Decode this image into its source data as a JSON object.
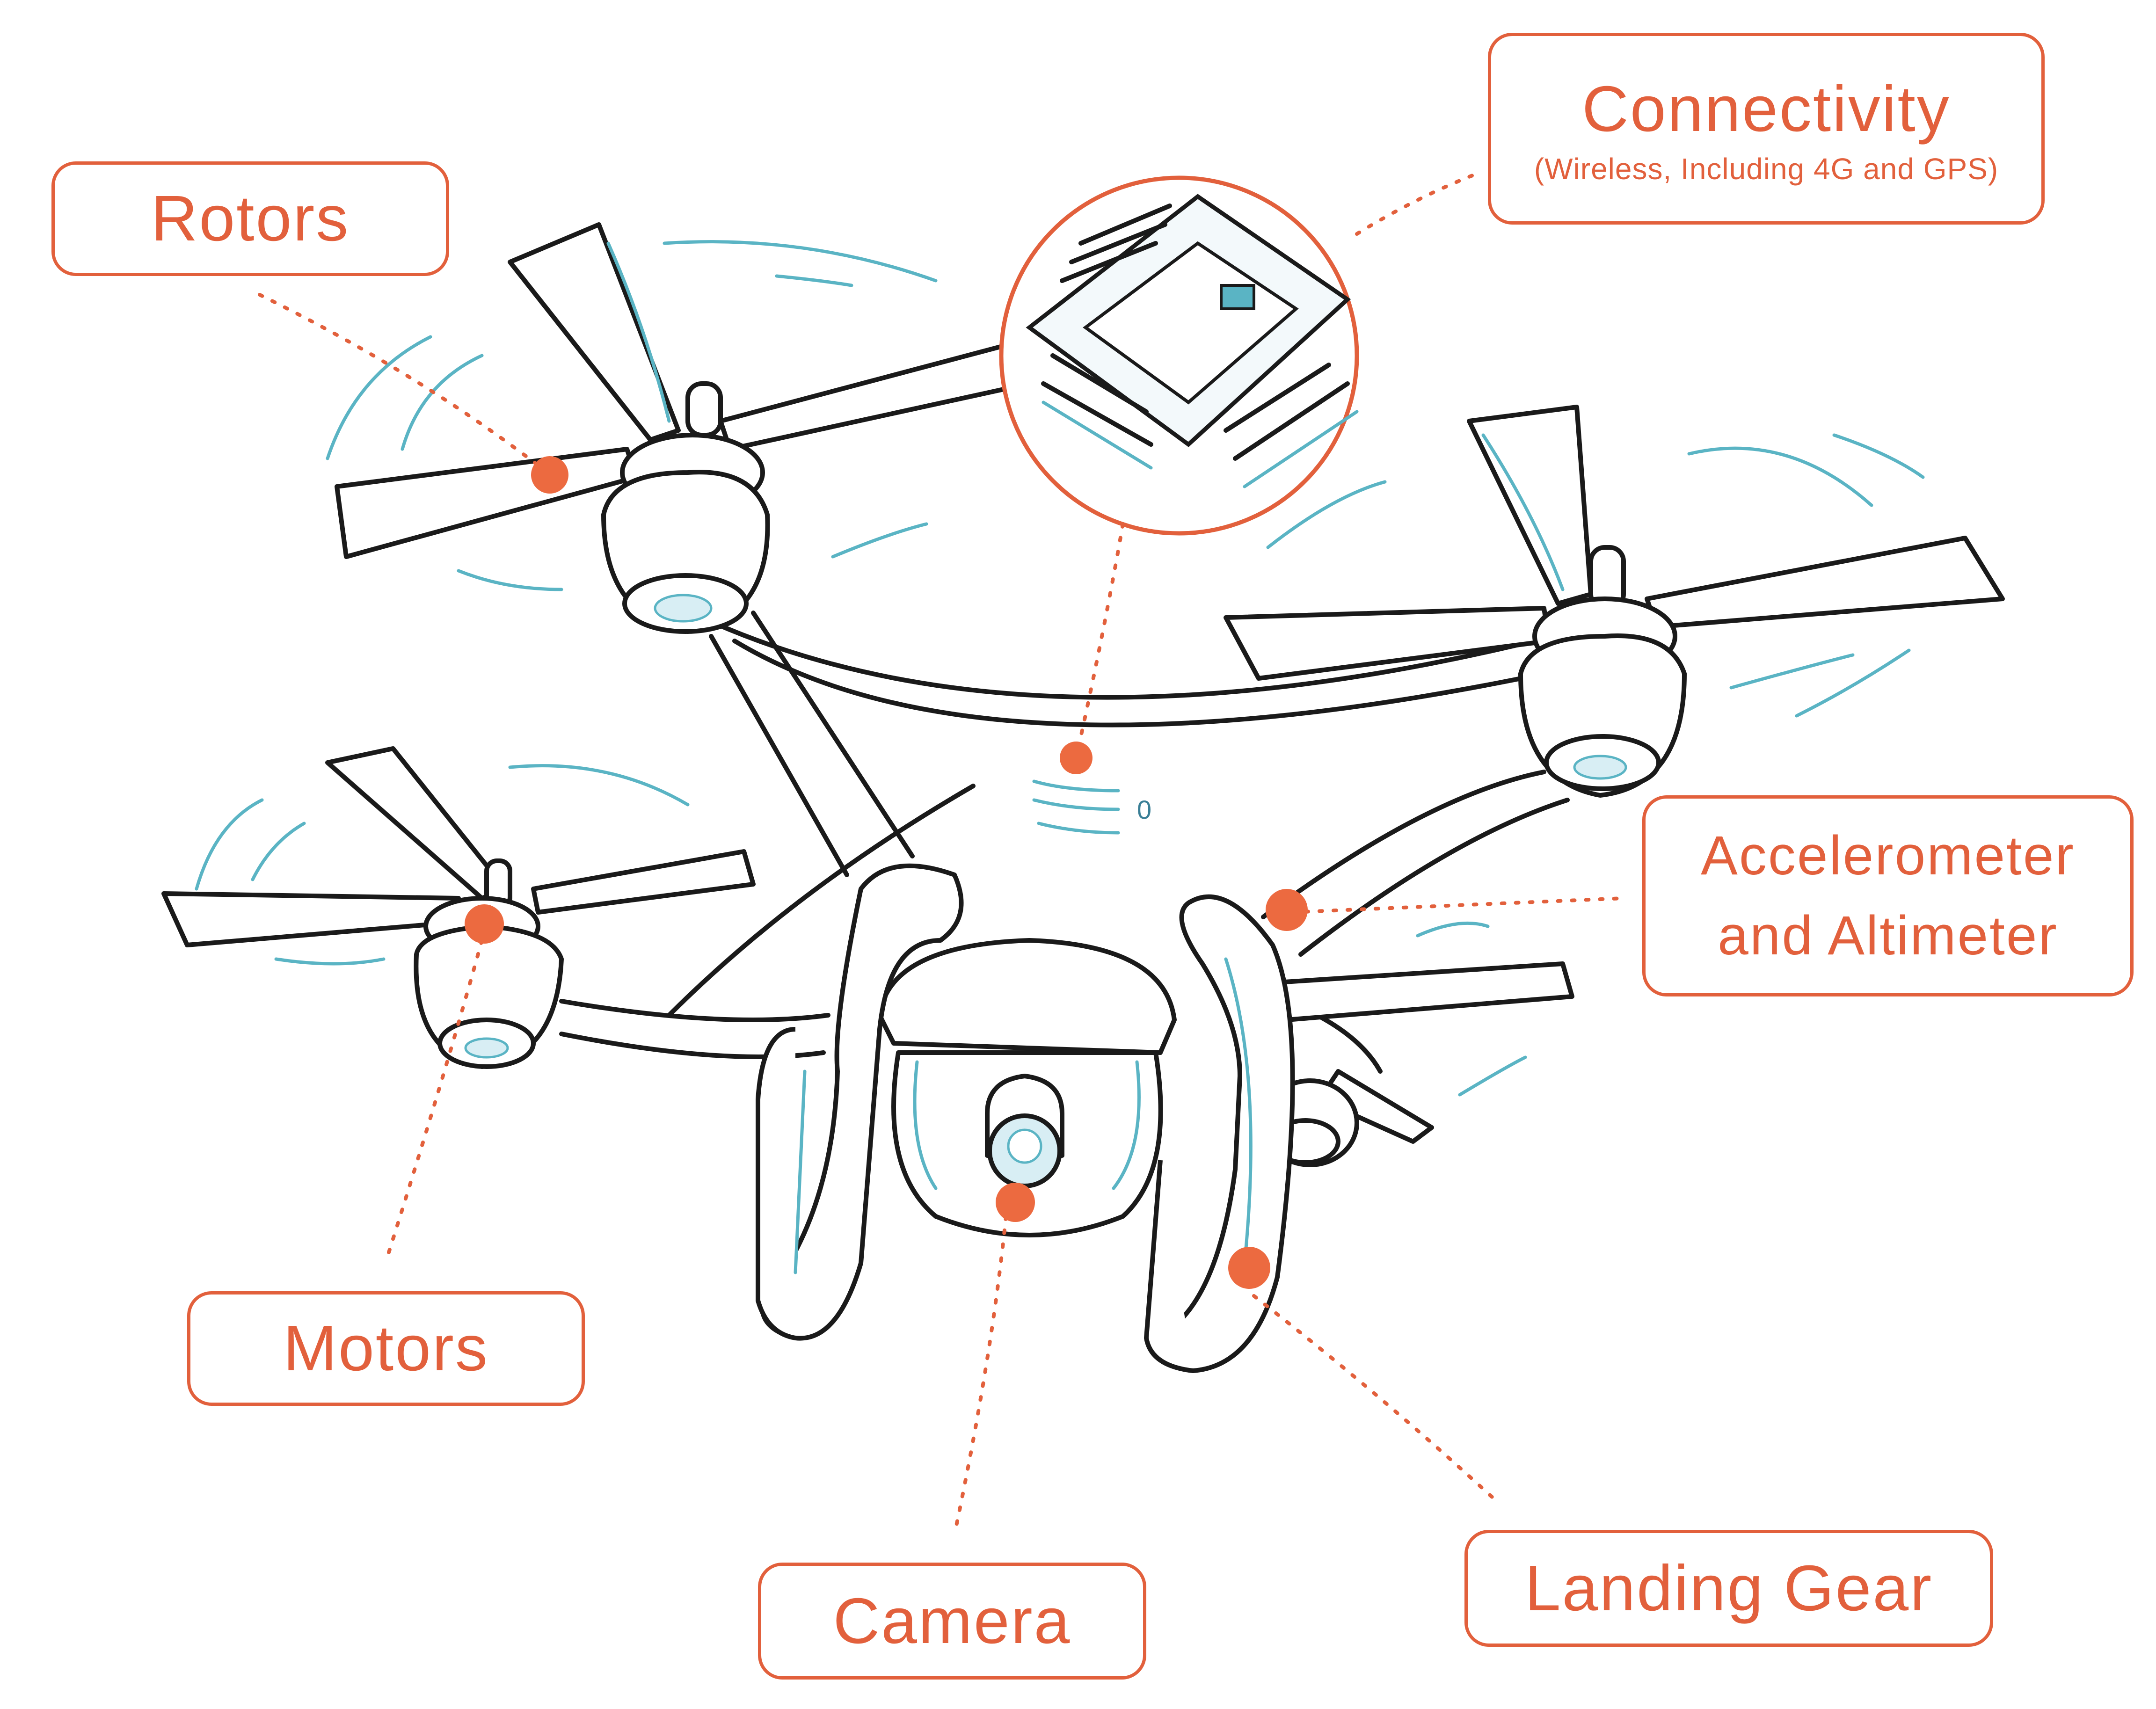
{
  "labels": {
    "rotors": "Rotors",
    "connectivity": "Connectivity",
    "connectivity_sub": "(Wireless, Including 4G and GPS)",
    "accelerometer_line1": "Accelerometer",
    "accelerometer_line2": "and Altimeter",
    "motors": "Motors",
    "camera": "Camera",
    "landing_gear": "Landing Gear",
    "signal_marker": "0"
  },
  "colors": {
    "accent": "#e2603c",
    "outline": "#1a1a1a",
    "highlight": "#5ab4c4",
    "background": "#ffffff"
  }
}
